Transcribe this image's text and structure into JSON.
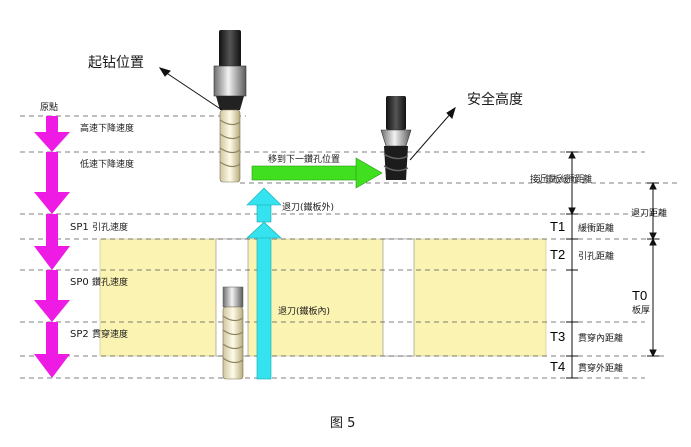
{
  "figure": {
    "caption": "图 5",
    "callouts": {
      "start_position": "起钻位置",
      "safety_height": "安全高度"
    },
    "origin_label": "原點",
    "speed_levels": [
      {
        "code": "",
        "label": "高速下降速度"
      },
      {
        "code": "",
        "label": "低速下降速度"
      },
      {
        "code": "SP1",
        "label": "引孔速度"
      },
      {
        "code": "SP0",
        "label": "鑽孔速度"
      },
      {
        "code": "SP2",
        "label": "貫穿速度"
      }
    ],
    "moves": {
      "to_next_hole": "移到下一鑽孔位置",
      "retract_outside": "退刀(鐵板外)",
      "retract_inside": "退刀(鐵板內)"
    },
    "right_dims": {
      "approach_buffer": "接近鐵板緩衝距離",
      "retract_distance": "退刀距離",
      "T1": {
        "code": "T1",
        "label": "緩衝距離"
      },
      "T2": {
        "code": "T2",
        "label": "引孔距離"
      },
      "T0": {
        "code": "T0",
        "label": "板厚"
      },
      "T3": {
        "code": "T3",
        "label": "貫穿內距離"
      },
      "T4": {
        "code": "T4",
        "label": "貫穿外距離"
      }
    },
    "colors": {
      "plate": "#fbf3b2",
      "magenta_arrow": "#ee1be5",
      "cyan_arrow": "#35e3f0",
      "green_arrow": "#40e020",
      "dash_line": "#555555"
    }
  }
}
